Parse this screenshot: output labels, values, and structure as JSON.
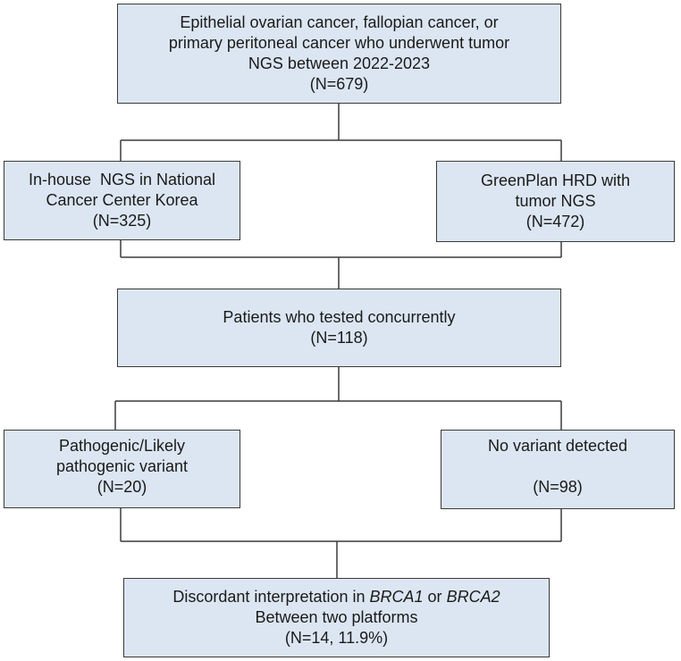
{
  "flowchart": {
    "top": {
      "line1": "Epithelial ovarian cancer, fallopian cancer, or",
      "line2": "primary peritoneal cancer who underwent tumor",
      "line3": "NGS between 2022-2023",
      "count": "(N=679)"
    },
    "inhouse": {
      "line1": "In-house  NGS in National",
      "line2": "Cancer Center Korea",
      "count": "(N=325)"
    },
    "greenplan": {
      "line1": "GreenPlan HRD with",
      "line2": "tumor NGS",
      "count": "(N=472)"
    },
    "concurrent": {
      "line1": "Patients who tested concurrently",
      "count": "(N=118)"
    },
    "pathogenic": {
      "line1": "Pathogenic/Likely",
      "line2": "pathogenic variant",
      "count": "(N=20)"
    },
    "novariant": {
      "line1": "No variant detected",
      "count": "(N=98)"
    },
    "discordant": {
      "prefix": "Discordant interpretation in ",
      "gene1": "BRCA1",
      "conj": " or ",
      "gene2": "BRCA2",
      "line2": "Between two platforms",
      "count": "(N=14, 11.9%)"
    }
  },
  "colors": {
    "box_fill": "#dce6f2",
    "box_border": "#3a3a3a",
    "connector": "#3a3a3a",
    "text": "#1a1a1a"
  }
}
